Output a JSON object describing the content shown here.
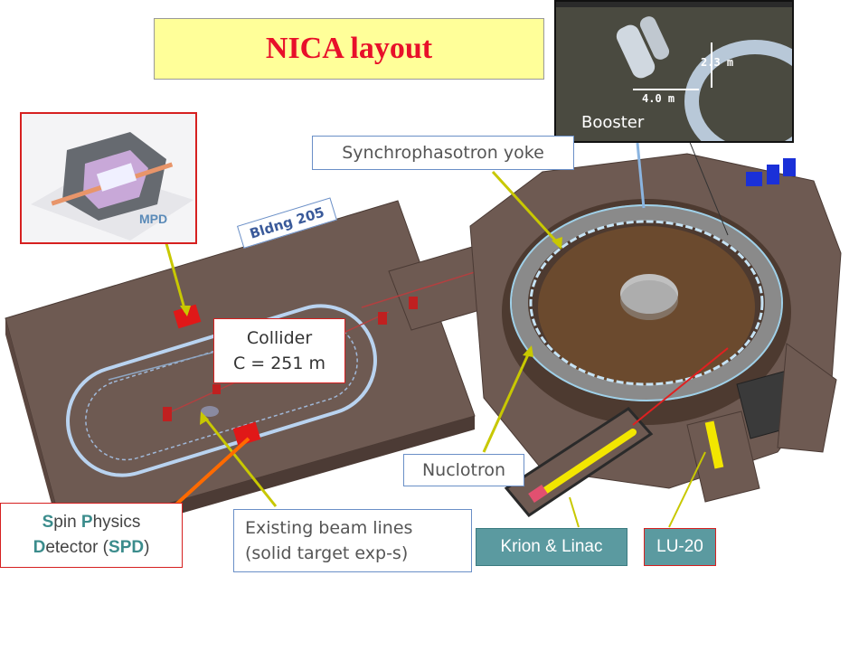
{
  "title": "NICA layout",
  "labels": {
    "mpd": "MPD",
    "bldng": "Bldng 205",
    "collider_line1": "Collider",
    "collider_line2": "C = 251 m",
    "synchro": "Synchrophasotron yoke",
    "nuclotron": "Nuclotron",
    "existing_line1": "Existing beam lines",
    "existing_line2": "(solid target exp-s)",
    "krion": "Krion & Linac",
    "lu20": "LU-20",
    "booster": "Booster",
    "dim_width": "4.0 m",
    "dim_height": "2.3 m"
  },
  "spd": {
    "s": "S",
    "pin": "pin ",
    "p": "P",
    "hysics": "hysics",
    "d": "D",
    "etector": "etector (",
    "spd": "SPD",
    "close": ")"
  },
  "colors": {
    "title": "#e8102a",
    "title_bg": "#ffff99",
    "floor": "#6e5a52",
    "accent_red": "#d62020",
    "teal": "#5b9aa0",
    "spd_letter": "#3b8c8c"
  }
}
